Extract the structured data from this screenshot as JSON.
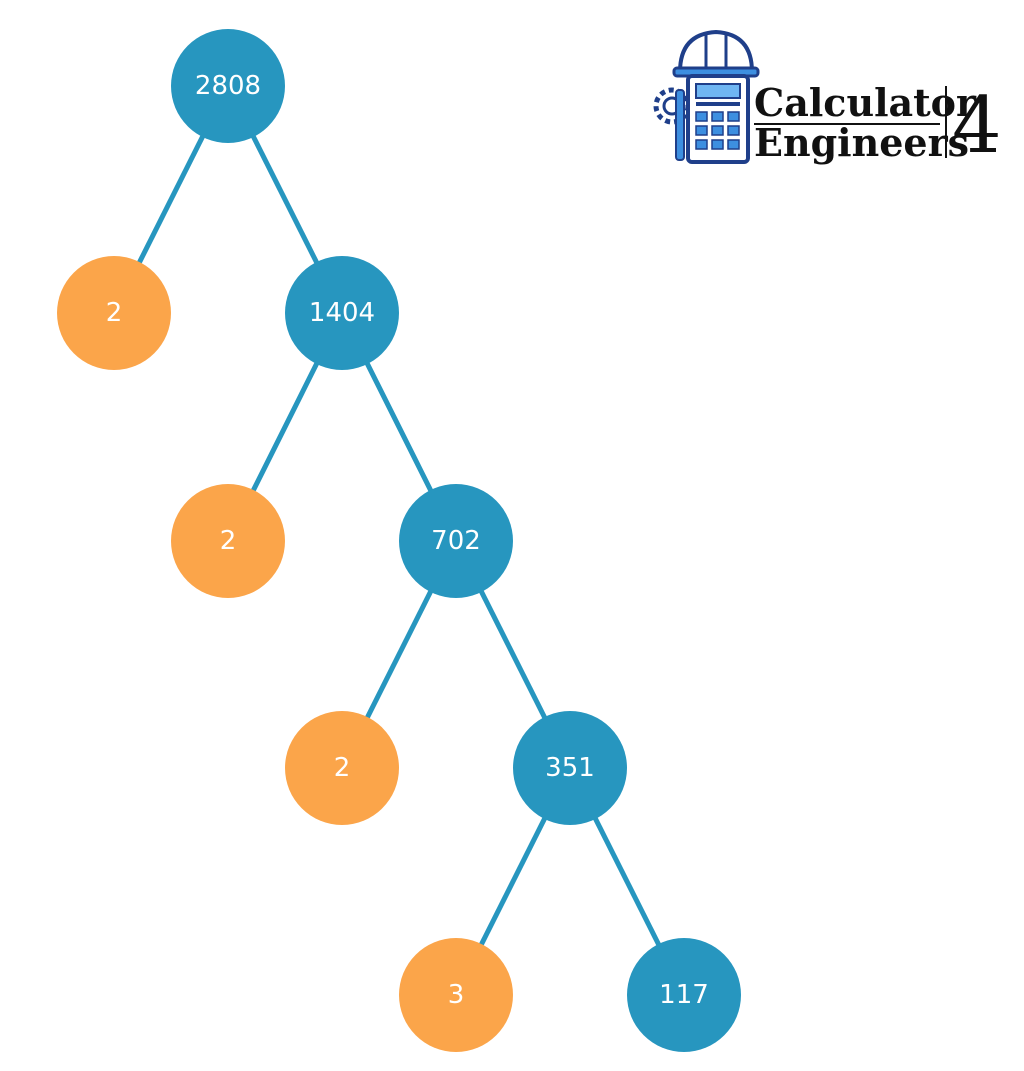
{
  "colors": {
    "composite": "#2796bf",
    "prime": "#fba54a",
    "edge": "#2796bf",
    "label": "#ffffff",
    "logo_blue": "#3d8fe0",
    "logo_dark": "#1f3f8a"
  },
  "logo": {
    "line1": "Calculator",
    "line2": "Engineers",
    "number": "4",
    "icon": "calculator-engineer-icon"
  },
  "tree": {
    "nodes": [
      {
        "id": "n2808",
        "label": "2808",
        "kind": "composite"
      },
      {
        "id": "n2a",
        "label": "2",
        "kind": "prime"
      },
      {
        "id": "n1404",
        "label": "1404",
        "kind": "composite"
      },
      {
        "id": "n2b",
        "label": "2",
        "kind": "prime"
      },
      {
        "id": "n702",
        "label": "702",
        "kind": "composite"
      },
      {
        "id": "n2c",
        "label": "2",
        "kind": "prime"
      },
      {
        "id": "n351",
        "label": "351",
        "kind": "composite"
      },
      {
        "id": "n3",
        "label": "3",
        "kind": "prime"
      },
      {
        "id": "n117",
        "label": "117",
        "kind": "composite"
      }
    ],
    "edges": [
      [
        "n2808",
        "n2a"
      ],
      [
        "n2808",
        "n1404"
      ],
      [
        "n1404",
        "n2b"
      ],
      [
        "n1404",
        "n702"
      ],
      [
        "n702",
        "n2c"
      ],
      [
        "n702",
        "n351"
      ],
      [
        "n351",
        "n3"
      ],
      [
        "n351",
        "n117"
      ]
    ]
  }
}
